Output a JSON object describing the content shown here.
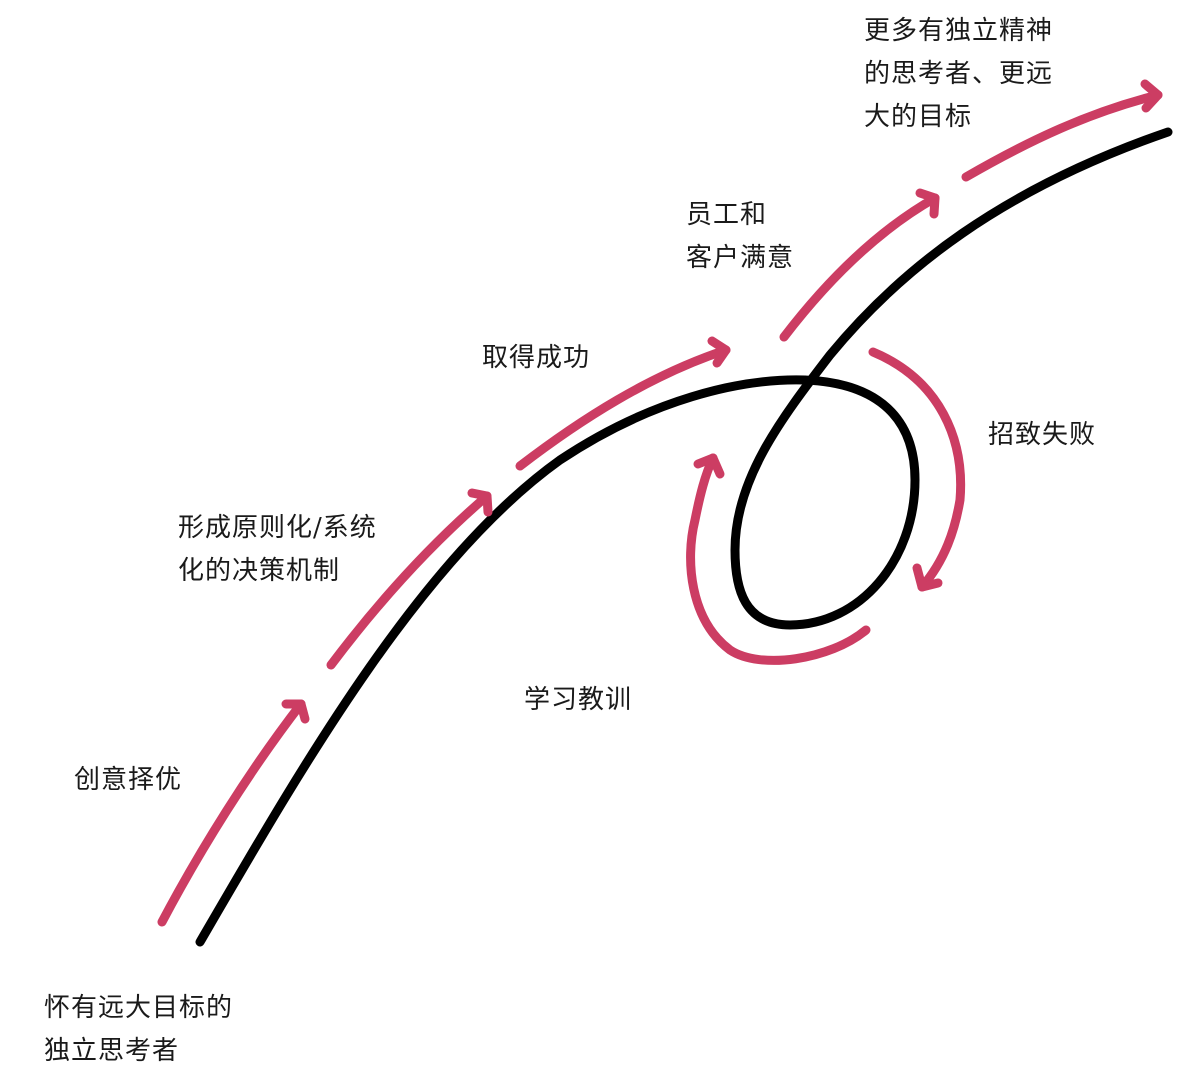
{
  "diagram": {
    "colors": {
      "main_path": "#000000",
      "arrows": "#cc3d63",
      "background": "#ffffff",
      "text": "#1a1a1a"
    },
    "labels": {
      "start": [
        "怀有远大目标的",
        "独立思考者"
      ],
      "idea_selection": [
        "创意择优"
      ],
      "principled_decisions": [
        "形成原则化/系统",
        "化的决策机制"
      ],
      "success": [
        "取得成功"
      ],
      "satisfaction": [
        "员工和",
        "客户满意"
      ],
      "goal": [
        "更多有独立精神",
        "的思考者、更远",
        "大的目标"
      ],
      "failure": [
        "招致失败"
      ],
      "lessons": [
        "学习教训"
      ]
    }
  }
}
